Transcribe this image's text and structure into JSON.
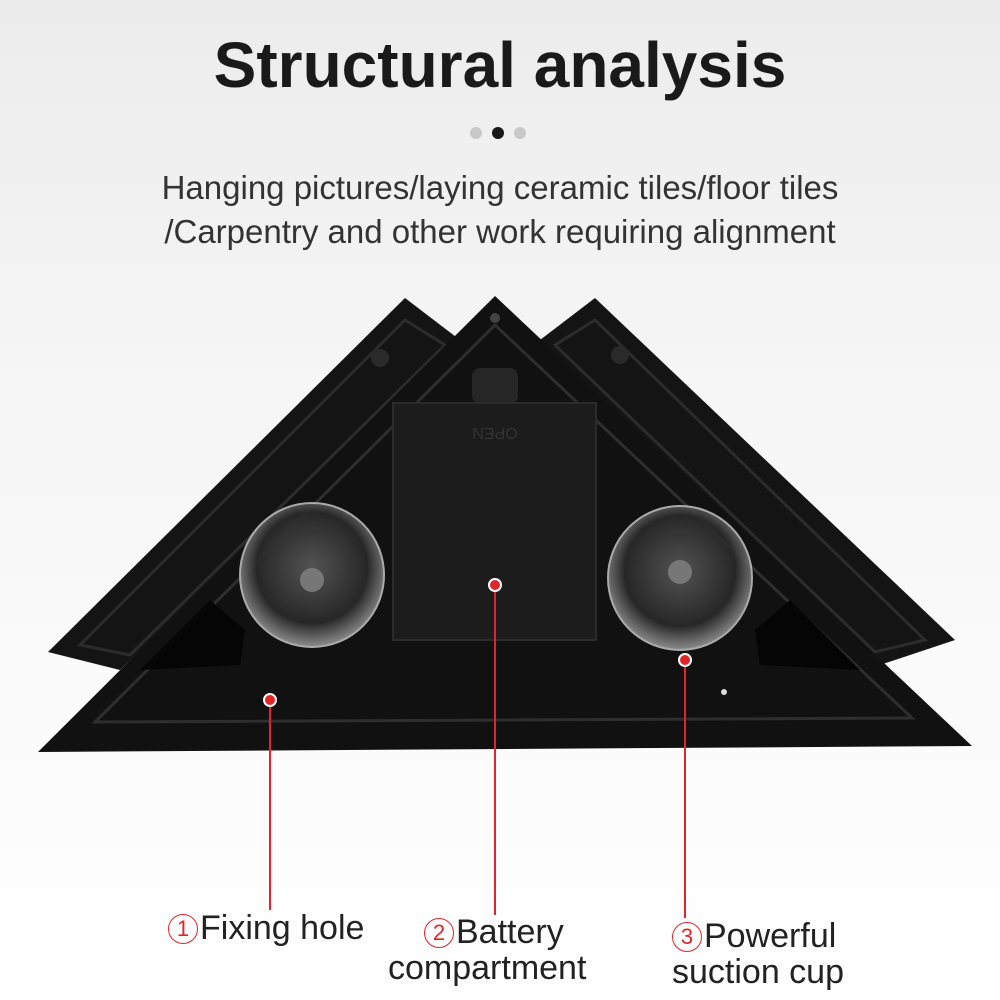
{
  "title": "Structural analysis",
  "subtitle": {
    "line1": "Hanging pictures/laying ceramic tiles/floor tiles",
    "line2": "/Carpentry and other work requiring alignment"
  },
  "product": {
    "embossed_text": "OPEN"
  },
  "callouts": [
    {
      "number": "1",
      "label": "Fixing hole"
    },
    {
      "number": "2",
      "label_line1": "Battery",
      "label_line2": "compartment"
    },
    {
      "number": "3",
      "label_line1": "Powerful",
      "label_line2": "suction cup"
    }
  ],
  "colors": {
    "accent": "#e0262b",
    "product": "#151515"
  }
}
